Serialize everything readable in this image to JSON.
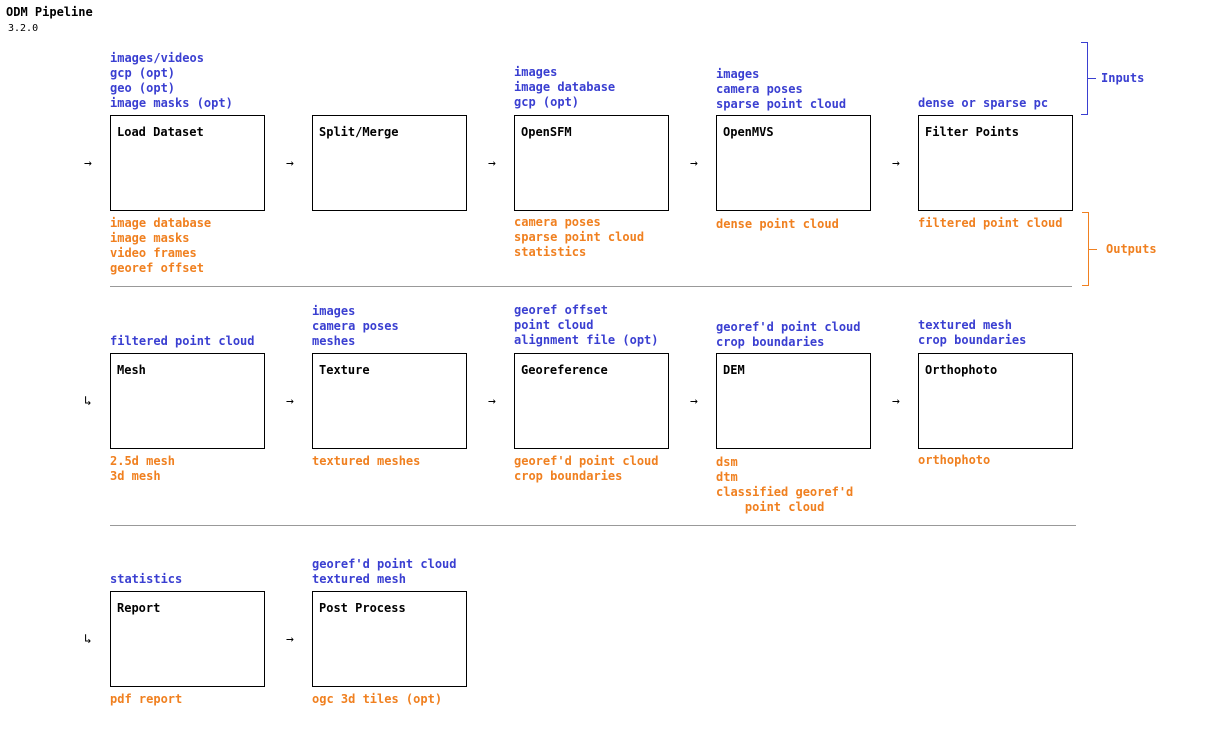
{
  "header": {
    "title": "ODM Pipeline",
    "version": "3.2.0"
  },
  "legend": {
    "inputs": "Inputs",
    "outputs": "Outputs"
  },
  "colors": {
    "inputs": "#3a3fd1",
    "outputs": "#f08020"
  },
  "stages": [
    {
      "label": "Load Dataset",
      "arrow": "→",
      "inputs": [
        "images/videos",
        "gcp (opt)",
        "geo (opt)",
        "image masks (opt)"
      ],
      "outputs": [
        "image database",
        "image masks",
        "video frames",
        "georef offset"
      ]
    },
    {
      "label": "Split/Merge",
      "arrow": "→",
      "inputs": [],
      "outputs": []
    },
    {
      "label": "OpenSFM",
      "arrow": "→",
      "inputs": [
        "images",
        "image database",
        "gcp (opt)"
      ],
      "outputs": [
        "camera poses",
        "sparse point cloud",
        "statistics"
      ]
    },
    {
      "label": "OpenMVS",
      "arrow": "→",
      "inputs": [
        "images",
        "camera poses",
        "sparse point cloud"
      ],
      "outputs": [
        "dense point cloud"
      ]
    },
    {
      "label": "Filter Points",
      "arrow": "→",
      "inputs": [
        "dense or sparse pc"
      ],
      "outputs": [
        "filtered point cloud"
      ]
    },
    {
      "label": "Mesh",
      "arrow": "↳",
      "inputs": [
        "filtered point cloud"
      ],
      "outputs": [
        "2.5d mesh",
        "3d mesh"
      ]
    },
    {
      "label": "Texture",
      "arrow": "→",
      "inputs": [
        "images",
        "camera poses",
        "meshes"
      ],
      "outputs": [
        "textured meshes"
      ]
    },
    {
      "label": "Georeference",
      "arrow": "→",
      "inputs": [
        "georef offset",
        "point cloud",
        "alignment file (opt)"
      ],
      "outputs": [
        "georef'd point cloud",
        "crop boundaries"
      ]
    },
    {
      "label": "DEM",
      "arrow": "→",
      "inputs": [
        "georef'd point cloud",
        "crop boundaries"
      ],
      "outputs": [
        "dsm",
        "dtm",
        "classified georef'd",
        "    point cloud"
      ]
    },
    {
      "label": "Orthophoto",
      "arrow": "→",
      "inputs": [
        "textured mesh",
        "crop boundaries"
      ],
      "outputs": [
        "orthophoto"
      ]
    },
    {
      "label": "Report",
      "arrow": "↳",
      "inputs": [
        "statistics"
      ],
      "outputs": [
        "pdf report"
      ]
    },
    {
      "label": "Post Process",
      "arrow": "→",
      "inputs": [
        "georef'd point cloud",
        "textured mesh"
      ],
      "outputs": [
        "ogc 3d tiles (opt)"
      ]
    }
  ]
}
